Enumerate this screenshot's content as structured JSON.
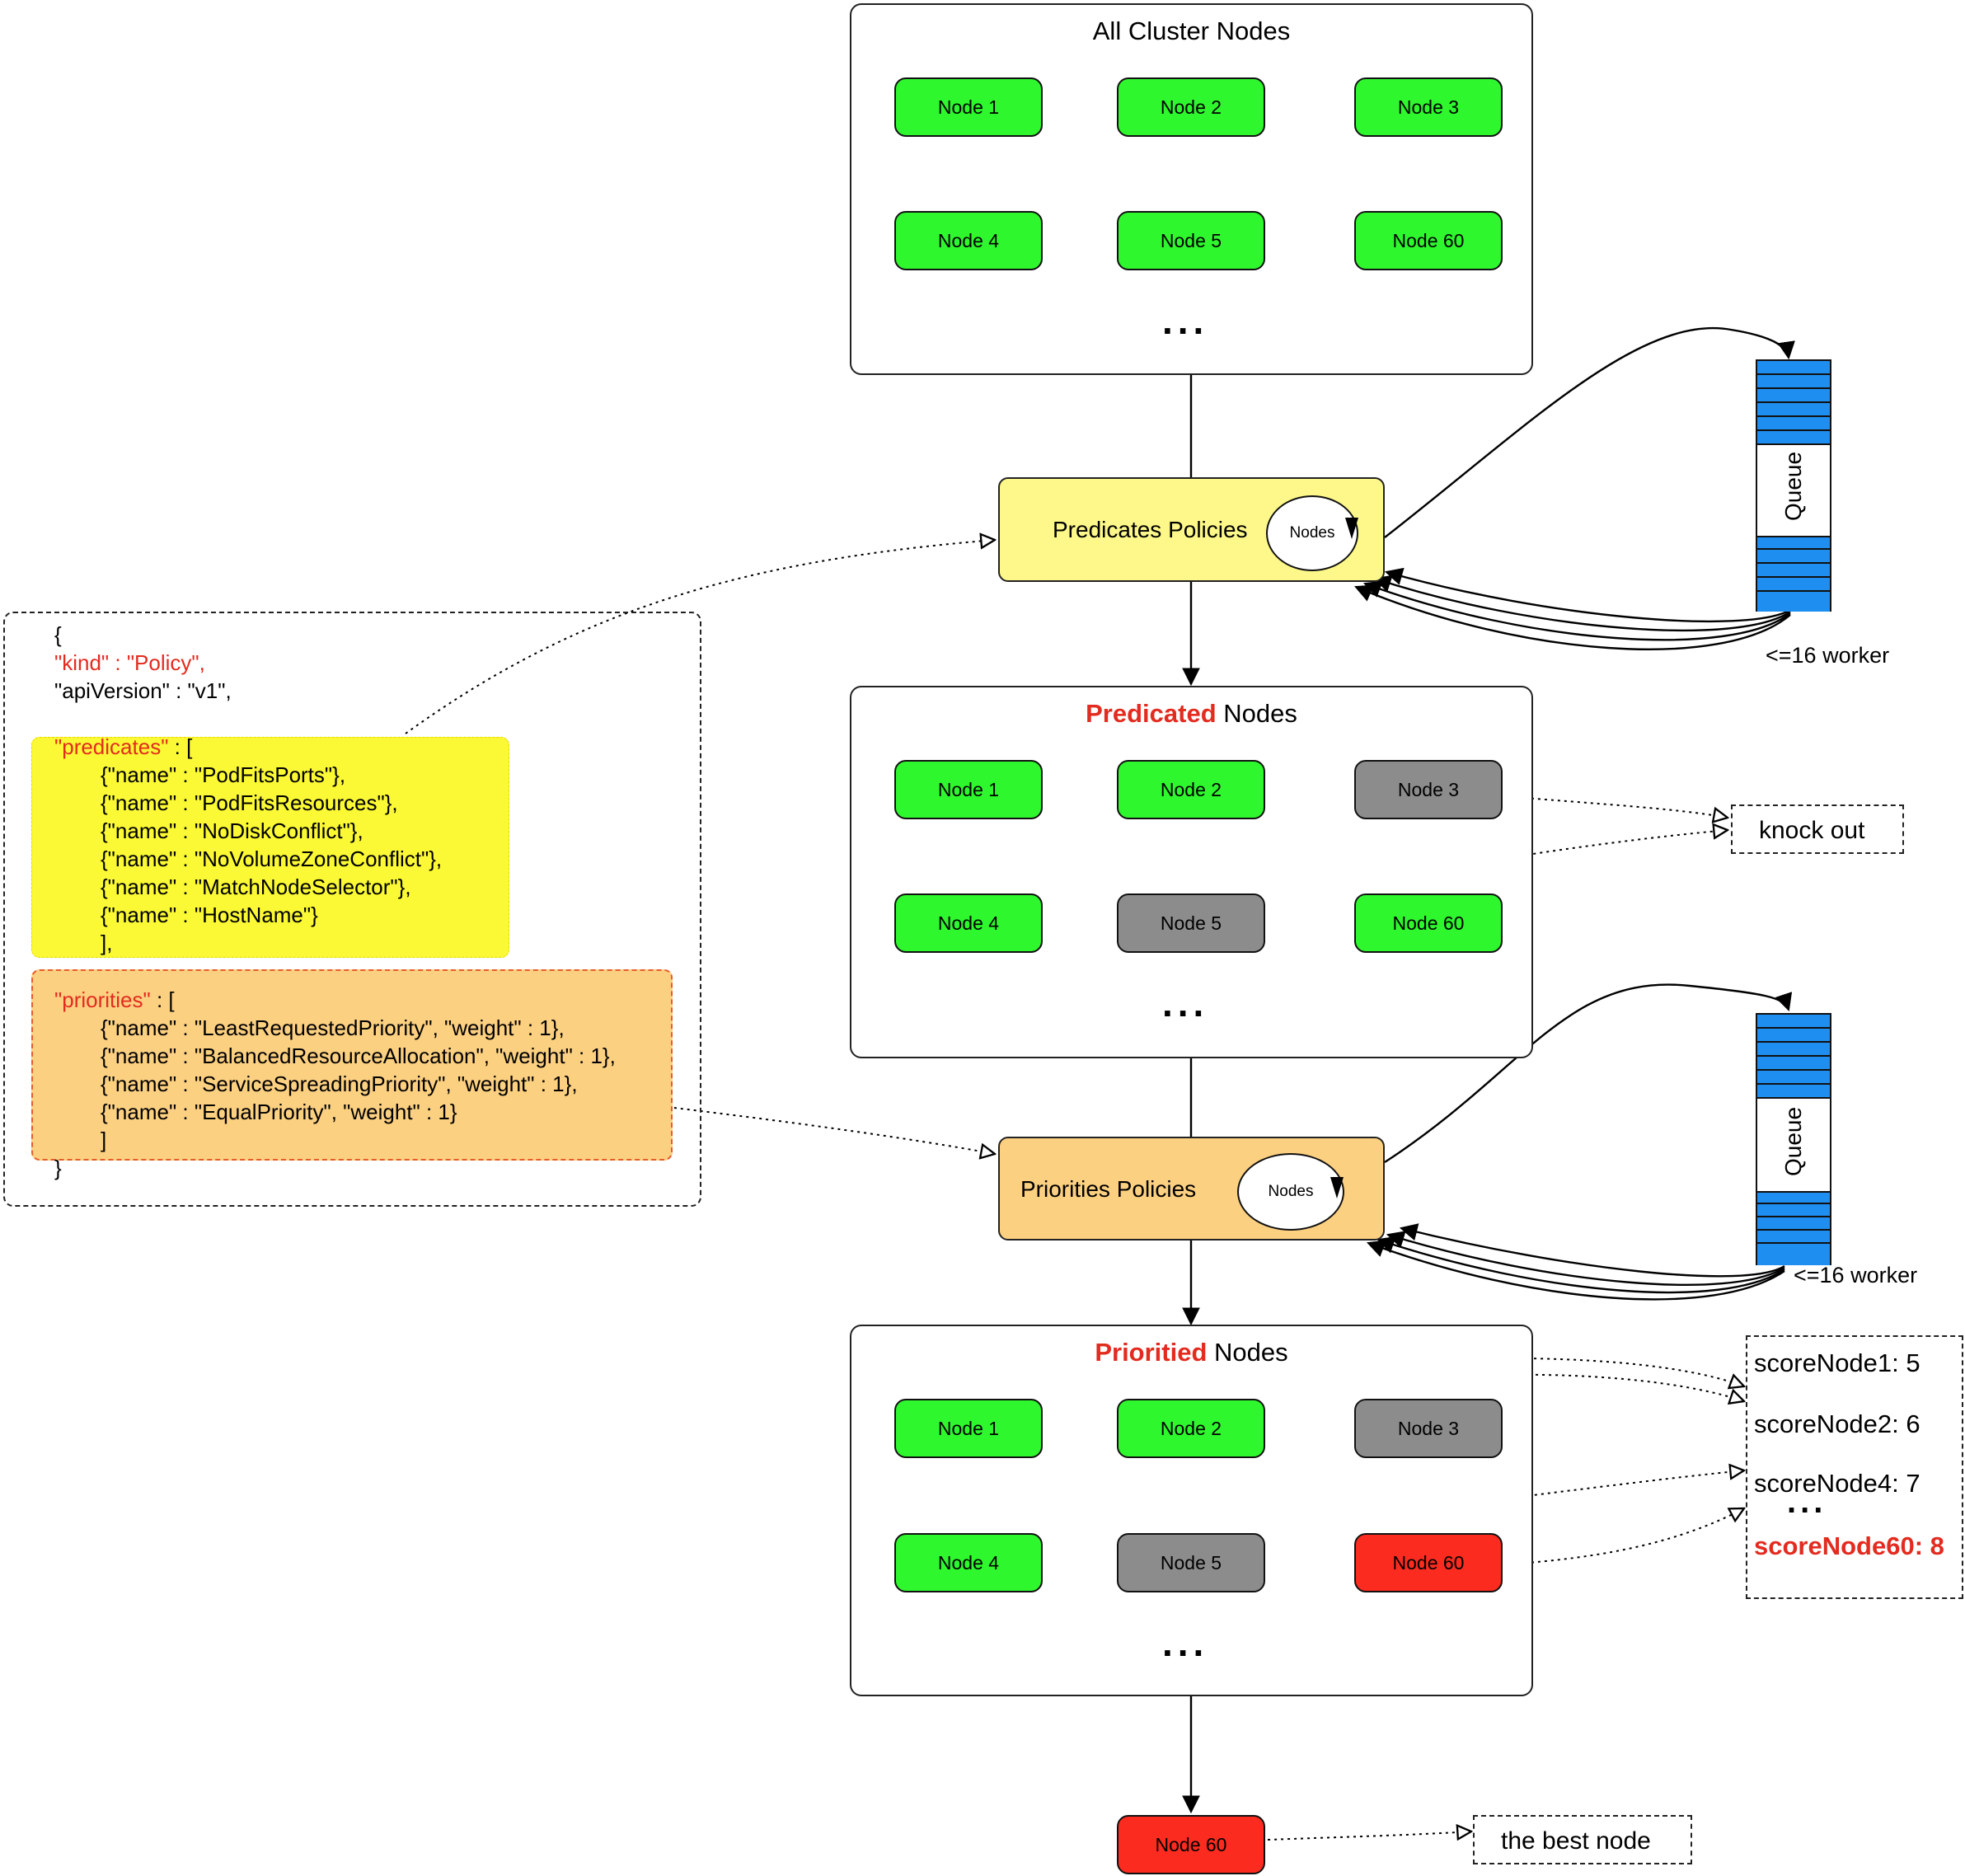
{
  "panels": {
    "all": {
      "title": "All Cluster Nodes"
    },
    "predicated": {
      "title_highlight": "Predicated",
      "title_rest": " Nodes"
    },
    "prioritied": {
      "title_highlight": "Prioritied",
      "title_rest": " Nodes"
    }
  },
  "nodes": {
    "n1": "Node 1",
    "n2": "Node 2",
    "n3": "Node 3",
    "n4": "Node 4",
    "n5": "Node 5",
    "n60": "Node 60"
  },
  "ellipsis": "...",
  "policies": {
    "predicates": {
      "label": "Predicates Policies",
      "loop": "Nodes"
    },
    "priorities": {
      "label": "Priorities Policies",
      "loop": "Nodes"
    }
  },
  "queue": {
    "label": "Queue",
    "workers": "<=16 worker"
  },
  "notes": {
    "knock_out": "knock out",
    "best_node": "the best node",
    "scores": [
      "scoreNode1: 5",
      "scoreNode2: 6",
      "scoreNode4: 7"
    ],
    "score_ellipsis": "...",
    "score_best": "scoreNode60: 8"
  },
  "policy_json": {
    "open": "{",
    "kind": "\"kind\" : \"Policy\",",
    "api": "\"apiVersion\" : \"v1\",",
    "predicates_key": "\"predicates\"",
    "predicates_open": " : [",
    "predicates_items": [
      "{\"name\" : \"PodFitsPorts\"},",
      "{\"name\" : \"PodFitsResources\"},",
      "{\"name\" : \"NoDiskConflict\"},",
      "{\"name\" : \"NoVolumeZoneConflict\"},",
      "{\"name\" : \"MatchNodeSelector\"},",
      "{\"name\" : \"HostName\"}"
    ],
    "predicates_close": "],",
    "priorities_key": "\"priorities\"",
    "priorities_open": " : [",
    "priorities_items": [
      "{\"name\" : \"LeastRequestedPriority\", \"weight\" : 1},",
      "{\"name\" : \"BalancedResourceAllocation\", \"weight\" : 1},",
      "{\"name\" : \"ServiceSpreadingPriority\", \"weight\" : 1},",
      "{\"name\" : \"EqualPriority\", \"weight\" : 1}"
    ],
    "priorities_close": "]",
    "close": "}"
  },
  "colors": {
    "node_green": "#2ef72e",
    "node_gray": "#8c8c8c",
    "node_red": "#fb2b1f",
    "predicates_fill": "#fdf889",
    "priorities_fill": "#fcd081",
    "json_predicates_fill": "#fbf935",
    "json_priorities_fill": "#fcd081",
    "queue_blue": "#1e8ff0",
    "highlight_red": "#e32b1f"
  }
}
